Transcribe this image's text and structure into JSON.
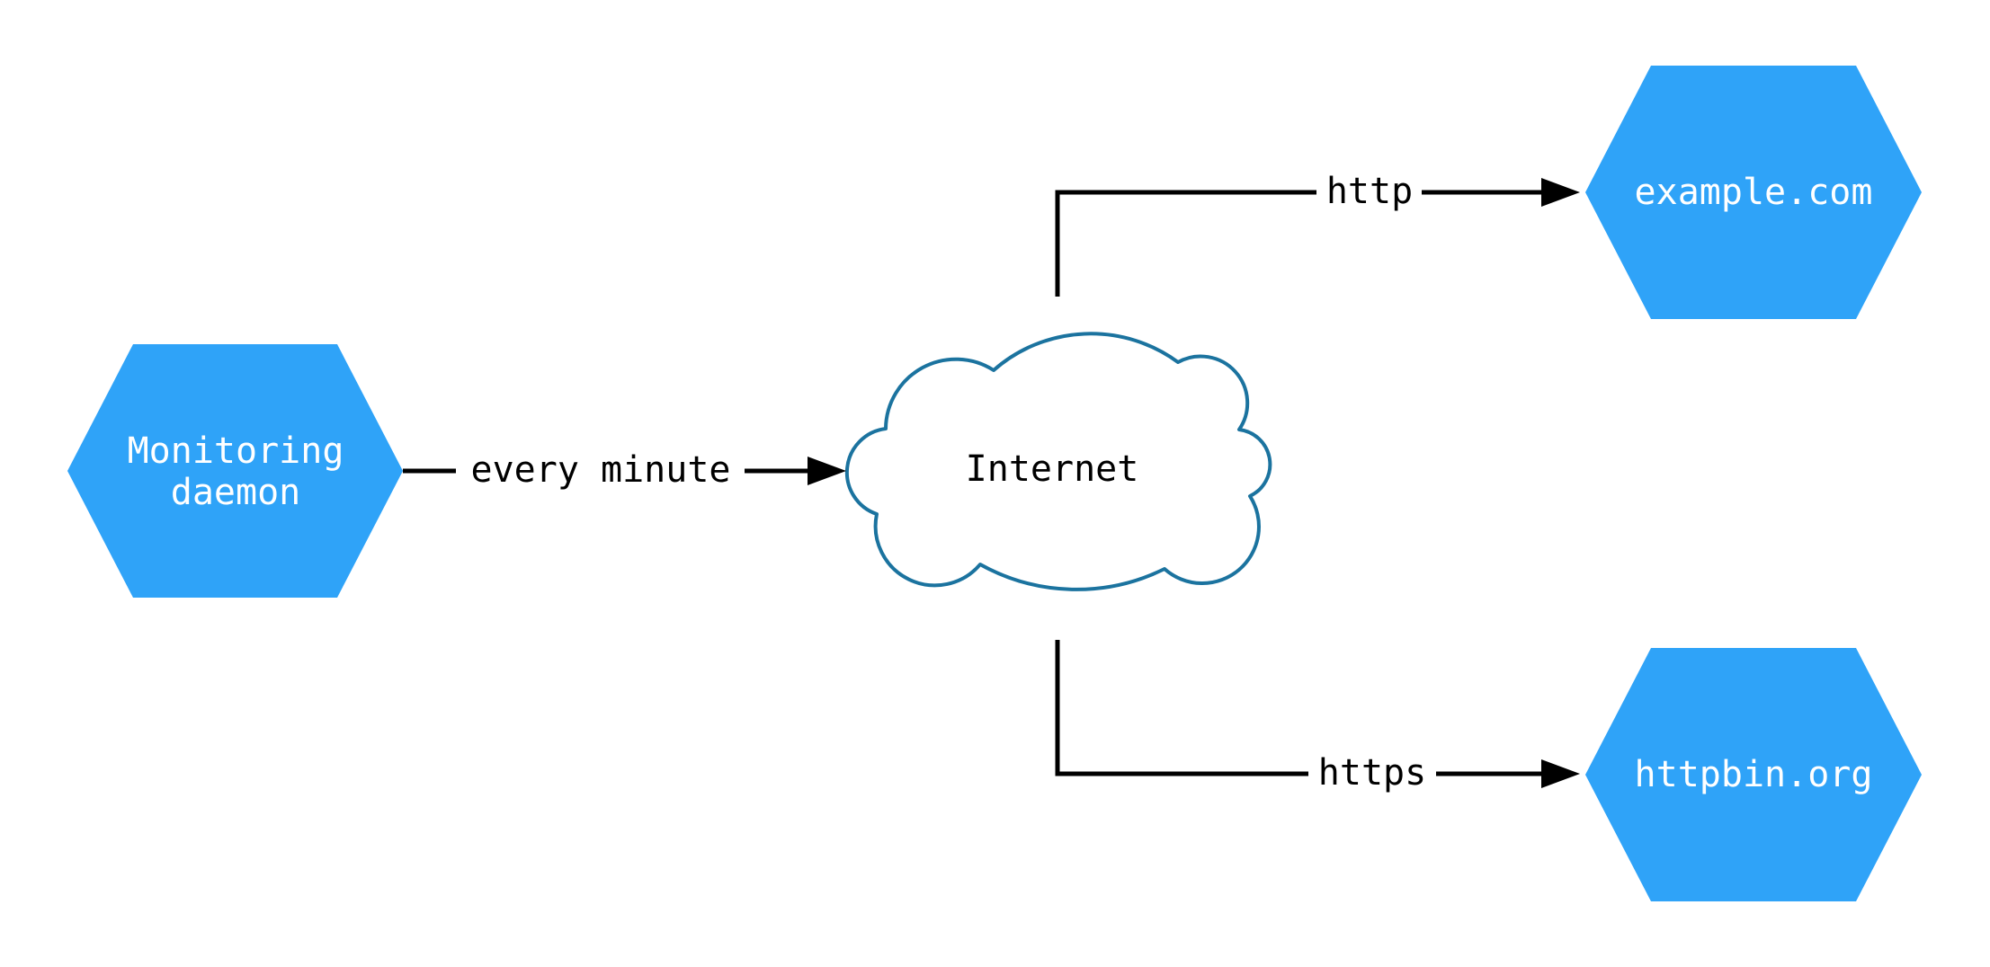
{
  "diagram": {
    "nodes": {
      "monitoring_daemon": {
        "label": "Monitoring daemon",
        "line1": "Monitoring",
        "line2": "daemon",
        "shape": "hexagon"
      },
      "internet": {
        "label": "Internet",
        "shape": "cloud"
      },
      "example_com": {
        "label": "example.com",
        "shape": "hexagon"
      },
      "httpbin_org": {
        "label": "httpbin.org",
        "shape": "hexagon"
      }
    },
    "edges": {
      "monitoring_to_internet": {
        "from": "monitoring_daemon",
        "to": "internet",
        "label": "every minute"
      },
      "internet_to_example": {
        "from": "internet",
        "to": "example_com",
        "label": "http"
      },
      "internet_to_httpbin": {
        "from": "internet",
        "to": "httpbin_org",
        "label": "https"
      }
    },
    "colors": {
      "node_fill": "#2FA3F8",
      "node_text": "#FFFFFF",
      "cloud_fill": "#FFFFFF",
      "cloud_stroke": "#1B739F",
      "edge": "#000000",
      "edge_label": "#000000",
      "internet_text": "#000000",
      "background": "#FFFFFF"
    }
  }
}
